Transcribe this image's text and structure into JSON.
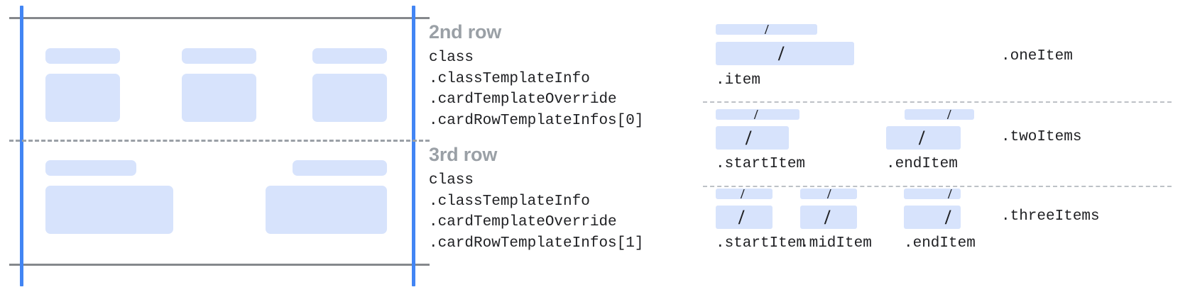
{
  "diagram": {
    "accent_blue": "#4285f4",
    "block_fill": "#d7e3fc",
    "rule_gray": "#85888c",
    "dash_gray": "#9aa0a6",
    "text_dark": "#202124",
    "heading_gray": "#9aa0a6"
  },
  "rows": [
    {
      "heading": "2nd row",
      "lines": [
        "class",
        ".classTemplateInfo",
        ".cardTemplateOverride",
        ".cardRowTemplateInfos[0]"
      ],
      "cell_count": 3
    },
    {
      "heading": "3rd row",
      "lines": [
        "class",
        ".classTemplateInfo",
        ".cardTemplateOverride",
        ".cardRowTemplateInfos[1]"
      ],
      "cell_count": 2
    }
  ],
  "legend": {
    "groups": [
      {
        "right_label": ".oneItem",
        "items": [
          {
            "label": ".item",
            "slash": "/"
          }
        ]
      },
      {
        "right_label": ".twoItems",
        "items": [
          {
            "label": ".startItem",
            "slash": "/"
          },
          {
            "label": ".endItem",
            "slash": "/"
          }
        ]
      },
      {
        "right_label": ".threeItems",
        "items": [
          {
            "label": ".startItem",
            "slash": "/"
          },
          {
            "label": ".midItem",
            "slash": "/"
          },
          {
            "label": ".endItem",
            "slash": "/"
          }
        ]
      }
    ]
  }
}
